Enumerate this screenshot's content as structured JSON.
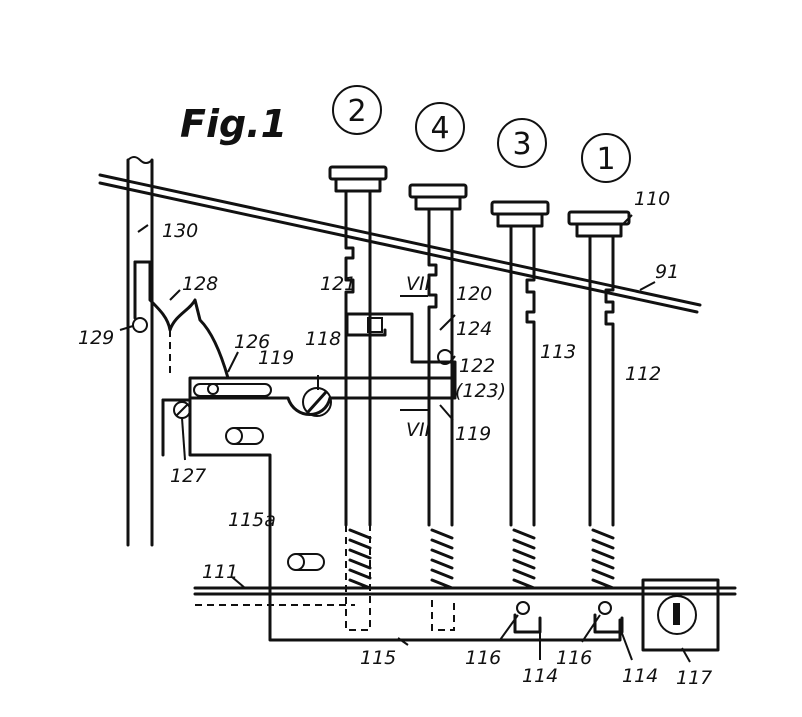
{
  "figure": {
    "title": "Fig.1",
    "position_numbers": [
      "2",
      "4",
      "3",
      "1"
    ],
    "labels": {
      "l91": "91",
      "l110": "110",
      "l111": "111",
      "l112": "112",
      "l113": "113",
      "l114a": "114",
      "l114b": "114",
      "l115": "115",
      "l115a": "115a",
      "l116a": "116",
      "l116b": "116",
      "l117": "117",
      "l118": "118",
      "l119a": "119",
      "l119b": "119",
      "l120": "120",
      "l121": "121",
      "l122": "122",
      "l123": "(123)",
      "l124": "124",
      "l126": "126",
      "l127": "127",
      "l128": "128",
      "l129": "129",
      "l130": "130",
      "vii_top": "VII",
      "vii_bottom": "VII"
    }
  }
}
